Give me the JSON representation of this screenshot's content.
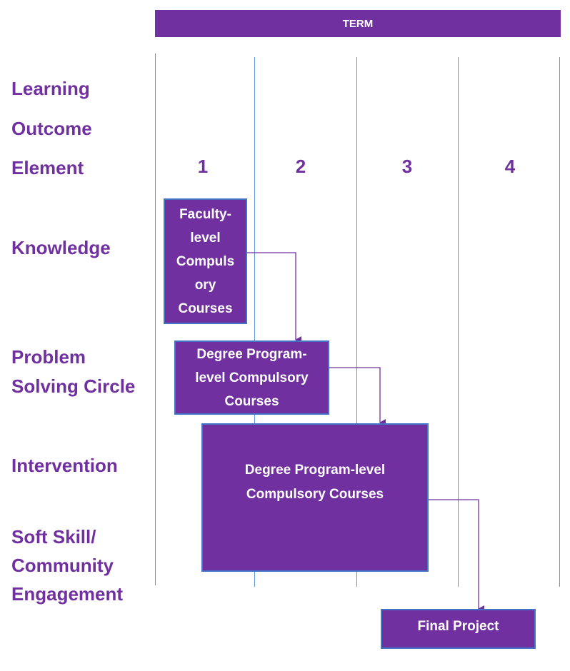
{
  "term_header": "TERM",
  "header_label": {
    "line1": "Learning",
    "line2": "Outcome",
    "line3": "Element"
  },
  "terms": [
    "1",
    "2",
    "3",
    "4"
  ],
  "rows": {
    "knowledge": "Knowledge",
    "problem_solving_line1": "Problem",
    "problem_solving_line2": "Solving Circle",
    "intervention": "Intervention",
    "soft_skill_line1": "Soft Skill/",
    "soft_skill_line2": "Community",
    "soft_skill_line3": "Engagement"
  },
  "boxes": {
    "faculty_line1": "Faculty-",
    "faculty_line2": "level",
    "faculty_line3": "Compuls",
    "faculty_line4": "ory",
    "faculty_line5": "Courses",
    "degree_small_line1": "Degree Program-",
    "degree_small_line2": "level Compulsory",
    "degree_small_line3": "Courses",
    "degree_large_line1": "Degree Program-level",
    "degree_large_line2": "Compulsory Courses",
    "final_project": "Final Project"
  },
  "colors": {
    "purple": "#7030a0",
    "grid_line": "#5b9bd5",
    "box_border": "#4472c4"
  }
}
